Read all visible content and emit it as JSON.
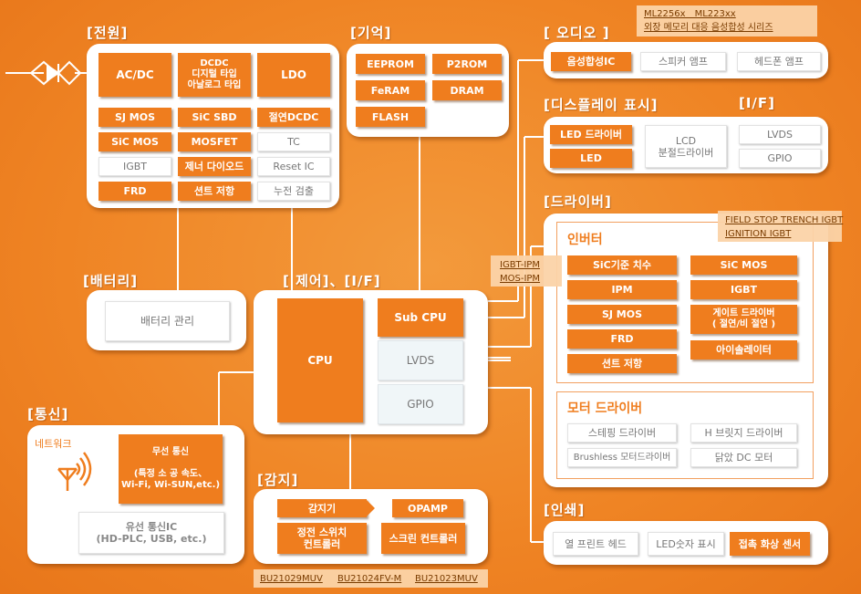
{
  "sections": {
    "power": "[전원]",
    "memory": "[기억]",
    "audio": "[ 오디오 ]",
    "display": "[디스플레이 표시]",
    "display_if": "[I/F]",
    "driver": "[드라이버]",
    "battery": "[배터리]",
    "control": "[ 제어]、[I/F]",
    "comm": "[통신]",
    "sensing": "[감지]",
    "print": "[인쇄]"
  },
  "power": {
    "acdc": "AC/DC",
    "dcdc": "DCDC\n디지털 타입\n아날로그 타입",
    "ldo": "LDO",
    "sj_mos": "SJ MOS",
    "sic_sbd": "SiC SBD",
    "iso_dcdc": "절연DCDC",
    "sic_mos": "SiC MOS",
    "mosfet": "MOSFET",
    "tc": "TC",
    "igbt": "IGBT",
    "zener": "제너 다이오드",
    "reset_ic": "Reset IC",
    "frd": "FRD",
    "shunt": "션트 저항",
    "leak": "누전 검출"
  },
  "memory": {
    "eeprom": "EEPROM",
    "p2rom": "P2ROM",
    "feram": "FeRAM",
    "dram": "DRAM",
    "flash": "FLASH"
  },
  "audio": {
    "note_line1": "ML2256x　ML223xx",
    "note_line2": "외장 메모리 대응 음성합성 시리즈",
    "synth": "음성합성IC",
    "speaker_amp": "스피커 앰프",
    "headphone_amp": "헤드폰 앰프"
  },
  "display": {
    "led_driver": "LED 드라이버",
    "led": "LED",
    "lcd": "LCD\n분절드라이버",
    "lvds": "LVDS",
    "gpio": "GPIO"
  },
  "driver": {
    "inverter": "인버터",
    "note_fs1": "FIELD STOP TRENCH IGBT",
    "note_fs2": "IGNITION IGBT",
    "note_ipm1": "IGBT-IPM",
    "note_ipm2": "MOS-IPM",
    "sic_dim": "SiC기준 치수",
    "sic_mos": "SiC MOS",
    "ipm": "IPM",
    "igbt": "IGBT",
    "sj_mos": "SJ MOS",
    "gate_driver": "게이트 드라이버\n( 절연/비 절연 )",
    "frd": "FRD",
    "isolator": "아이솔레이터",
    "shunt": "션트 저항",
    "motor_driver": "모터 드라이버",
    "stepping": "스테핑 드라이버",
    "h_bridge": "H 브릿지 드라이버",
    "brushless": "Brushless 모터드라이버",
    "brushed_dc": "닭았 DC 모터"
  },
  "battery": {
    "mgmt": "배터리 관리"
  },
  "control": {
    "cpu": "CPU",
    "sub_cpu": "Sub CPU",
    "lvds": "LVDS",
    "gpio": "GPIO"
  },
  "comm": {
    "network": "네트워크",
    "wireless": "무선 통신\n\n(특정 소 공 속도、\nWi-Fi, Wi-SUN,etc.)",
    "wired": "유선 통신IC\n(HD-PLC, USB, etc.)"
  },
  "sensing": {
    "sensor": "감지기",
    "opamp": "OPAMP",
    "cap_switch": "정전 스위치\n컨트롤러",
    "screen_ctrl": "스크린 컨트롤러",
    "part1": "BU21029MUV",
    "part2": "BU21024FV-M",
    "part3": "BU21023MUV"
  },
  "print": {
    "thermal_head": "열 프린트 헤드",
    "led_display": "LED숫자 표시",
    "contact_sensor": "접촉 화상 센서"
  },
  "colors": {
    "background": "#f08a2a",
    "box_orange": "#ef7d1e",
    "panel": "#ffffff",
    "note_bg": "#fbd3a8"
  }
}
